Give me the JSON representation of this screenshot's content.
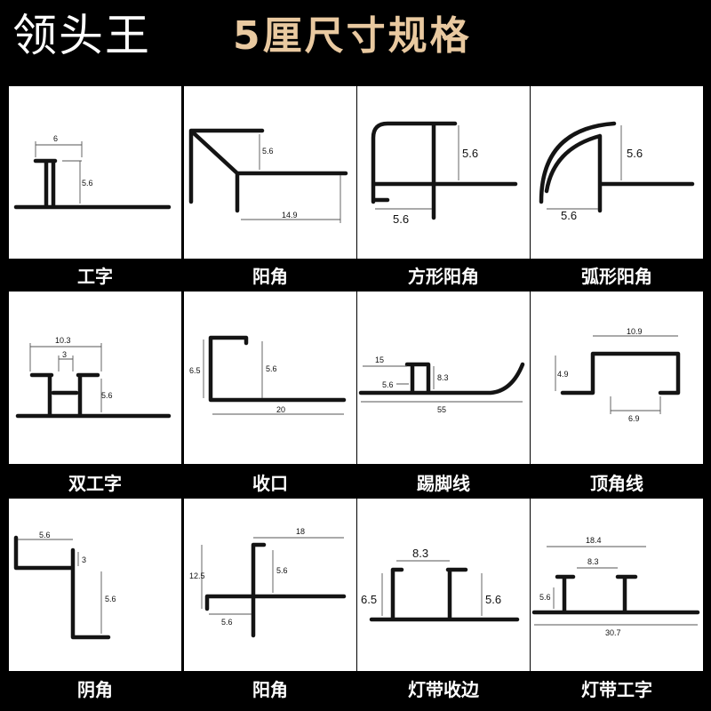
{
  "header": {
    "brand": "领头王",
    "title": "5厘尺寸规格"
  },
  "items": [
    {
      "name": "工字",
      "dims": [
        "6",
        "5.6"
      ]
    },
    {
      "name": "阳角",
      "dims": [
        "5.6",
        "14.9"
      ]
    },
    {
      "name": "方形阳角",
      "dims": [
        "5.6",
        "5.6"
      ]
    },
    {
      "name": "弧形阳角",
      "dims": [
        "5.6",
        "5.6"
      ]
    },
    {
      "name": "双工字",
      "dims": [
        "10.3",
        "3",
        "5.6"
      ]
    },
    {
      "name": "收口",
      "dims": [
        "6.5",
        "5.6",
        "20"
      ]
    },
    {
      "name": "踢脚线",
      "dims": [
        "15",
        "8.3",
        "5.6",
        "55"
      ]
    },
    {
      "name": "顶角线",
      "dims": [
        "10.9",
        "4.9",
        "6.9"
      ]
    },
    {
      "name": "阴角",
      "dims": [
        "5.6",
        "3",
        "5.6"
      ]
    },
    {
      "name": "阳角",
      "dims": [
        "18",
        "12.5",
        "5.6",
        "5.6"
      ]
    },
    {
      "name": "灯带收边",
      "dims": [
        "8.3",
        "6.5",
        "5.6"
      ]
    },
    {
      "name": "灯带工字",
      "dims": [
        "18.4",
        "8.3",
        "5.6",
        "30.7"
      ]
    }
  ]
}
